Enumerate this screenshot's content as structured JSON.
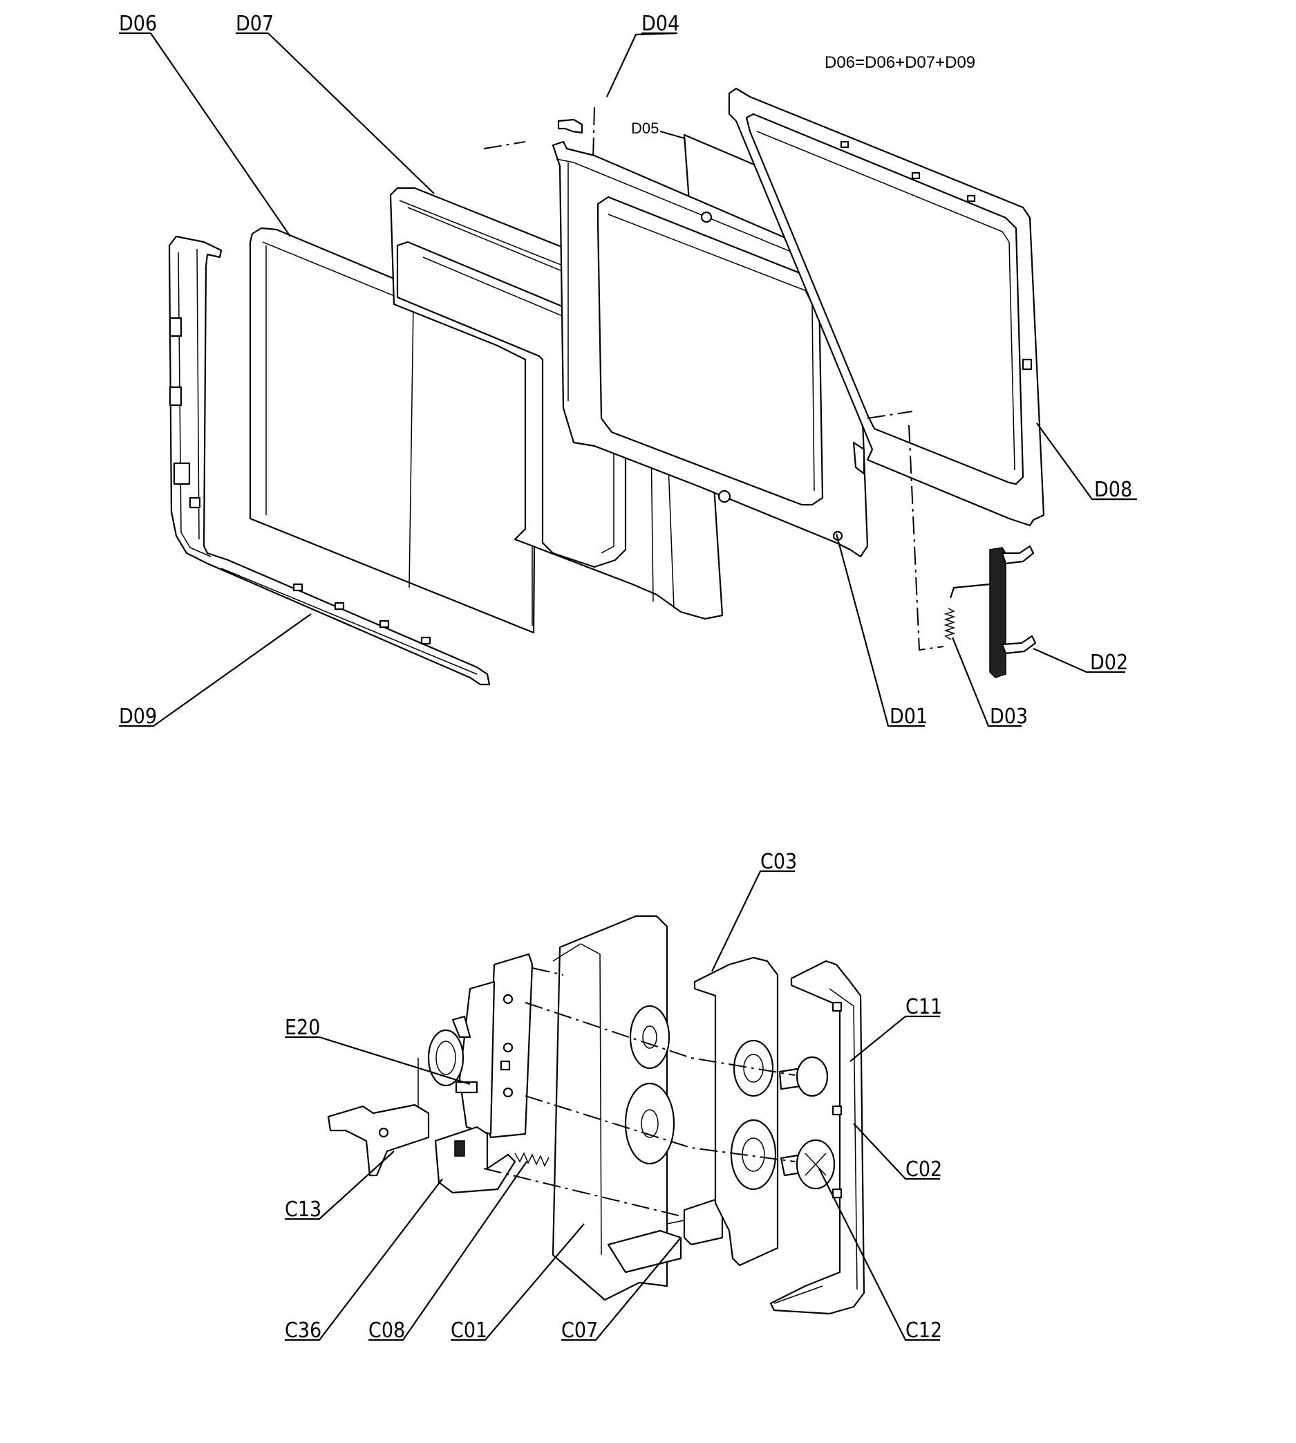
{
  "formula": "D06=D06+D07+D09",
  "door_labels": {
    "d06": "D06",
    "d07": "D07",
    "d04": "D04",
    "d05": "D05",
    "d08": "D08",
    "d09": "D09",
    "d01": "D01",
    "d02": "D02",
    "d03": "D03"
  },
  "panel_labels": {
    "c03": "C03",
    "c11": "C11",
    "c02": "C02",
    "c12": "C12",
    "e20": "E20",
    "c13": "C13",
    "c36": "C36",
    "c08": "C08",
    "c01": "C01",
    "c07": "C07"
  }
}
